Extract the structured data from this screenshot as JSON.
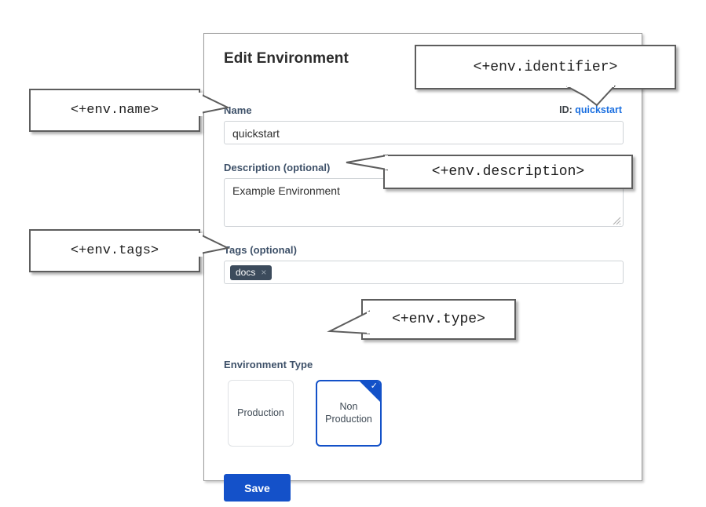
{
  "panel": {
    "title": "Edit Environment",
    "identifier_prefix": "ID:",
    "identifier_value": "quickstart",
    "fields": {
      "name": {
        "label": "Name",
        "value": "quickstart",
        "placeholder": ""
      },
      "description": {
        "label": "Description (optional)",
        "value": "Example Environment",
        "placeholder": ""
      },
      "tags": {
        "label": "Tags (optional)",
        "chips": [
          {
            "label": "docs",
            "remove_icon": "×"
          }
        ]
      },
      "environment_type": {
        "label": "Environment Type",
        "options": [
          {
            "label": "Production",
            "selected": false
          },
          {
            "label": "Non Production",
            "line1": "Non",
            "line2": "Production",
            "selected": true
          }
        ],
        "selected_check_icon": "✓"
      }
    },
    "save_label": "Save"
  },
  "callouts": {
    "name": "<+env.name>",
    "identifier": "<+env.identifier>",
    "description": "<+env.description>",
    "tags": "<+env.tags>",
    "type": "<+env.type>"
  },
  "colors": {
    "accent_blue": "#1451c9",
    "link_blue": "#1a6fe0",
    "label_slate": "#3d5068",
    "tag_chip": "#3c4b5c",
    "panel_border": "#9a9a9a",
    "input_border": "#cfd3d7",
    "callout_border": "#5d5d5d"
  }
}
